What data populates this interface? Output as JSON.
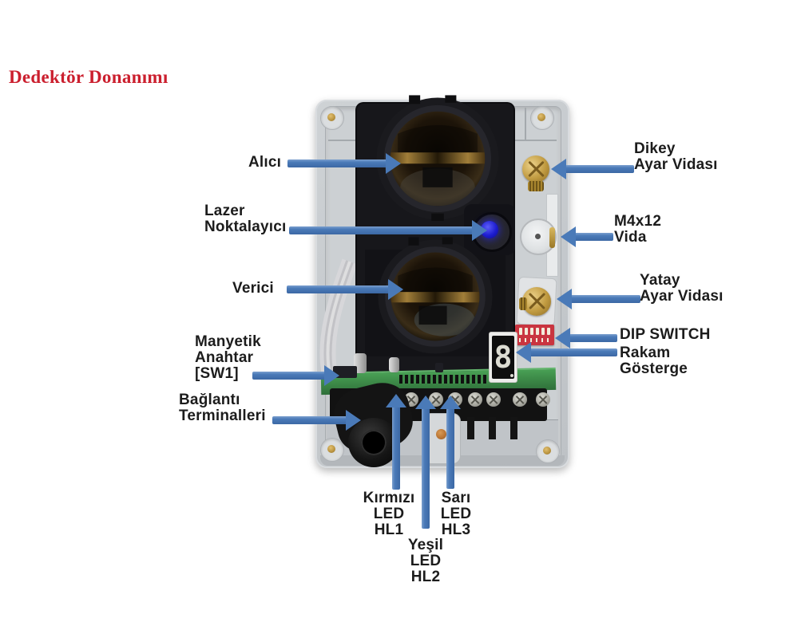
{
  "title": "Dedektör Donanımı",
  "annotations": {
    "alici": {
      "text": "Alıcı"
    },
    "lazer": {
      "text": "Lazer\nNoktalayıcı"
    },
    "verici": {
      "text": "Verici"
    },
    "manyetik": {
      "text": "Manyetik\nAnahtar\n[SW1]"
    },
    "baglanti": {
      "text": "Bağlantı\nTerminalleri"
    },
    "dikey": {
      "text": "Dikey\nAyar Vidası"
    },
    "m4x12": {
      "text": "M4x12\nVida"
    },
    "yatay": {
      "text": "Yatay\nAyar Vidası"
    },
    "dip": {
      "text": "DIP SWITCH"
    },
    "rakam": {
      "text": "Rakam\nGösterge"
    },
    "kirmizi": {
      "text": "Kırmızı\nLED\nHL1"
    },
    "yesil": {
      "text": "Yeşil\nLED\nHL2"
    },
    "sari": {
      "text": "Sarı\nLED\nHL3"
    }
  },
  "device": {
    "display_digit": "8"
  },
  "colors": {
    "title_red": "#cb1f2e",
    "arrow_blue": "#4a7ab8",
    "laser_led_blue": "#2222d8",
    "dip_switch_red": "#c93540",
    "pcb_green": "#3e8c49",
    "brass_screw": "#c09a40",
    "enclosure_gray": "#c6cacd"
  }
}
